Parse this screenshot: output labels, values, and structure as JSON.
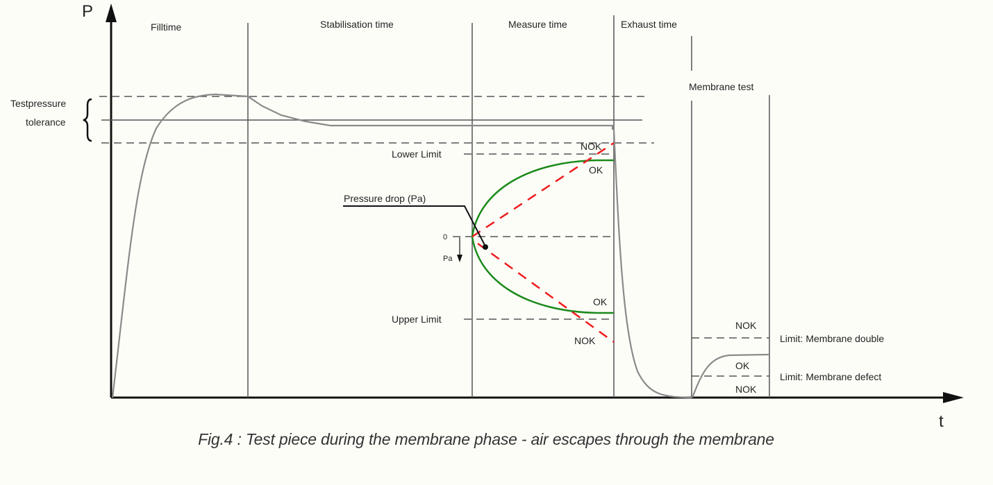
{
  "figure": {
    "caption": "Fig.4 : Test piece during the membrane phase - air escapes through the membrane"
  },
  "axes": {
    "y_label": "P",
    "x_label": "t"
  },
  "phases": [
    {
      "label": "Filltime"
    },
    {
      "label": "Stabilisation time"
    },
    {
      "label": "Measure time"
    },
    {
      "label": "Exhaust time"
    },
    {
      "label": "Membrane test"
    }
  ],
  "left_annotation": {
    "line1": "Testpressure",
    "line2": "tolerance"
  },
  "measure": {
    "lower_limit": "Lower Limit",
    "upper_limit": "Upper Limit",
    "pressure_drop": "Pressure drop (Pa)",
    "zero": "0",
    "unit": "Pa",
    "nok_top": "NOK",
    "ok_top": "OK",
    "ok_bottom": "OK",
    "nok_bottom": "NOK"
  },
  "membrane": {
    "nok_top": "NOK",
    "ok": "OK",
    "nok_bottom": "NOK",
    "limit_double": "Limit: Membrane double",
    "limit_defect": "Limit: Membrane defect"
  },
  "colors": {
    "background": "#fdfdf8",
    "axis": "#111111",
    "grid": "#555555",
    "curve": "#8a8a8a",
    "ok_curve": "#1a8a1a",
    "nok_line": "#ee1c1c"
  }
}
